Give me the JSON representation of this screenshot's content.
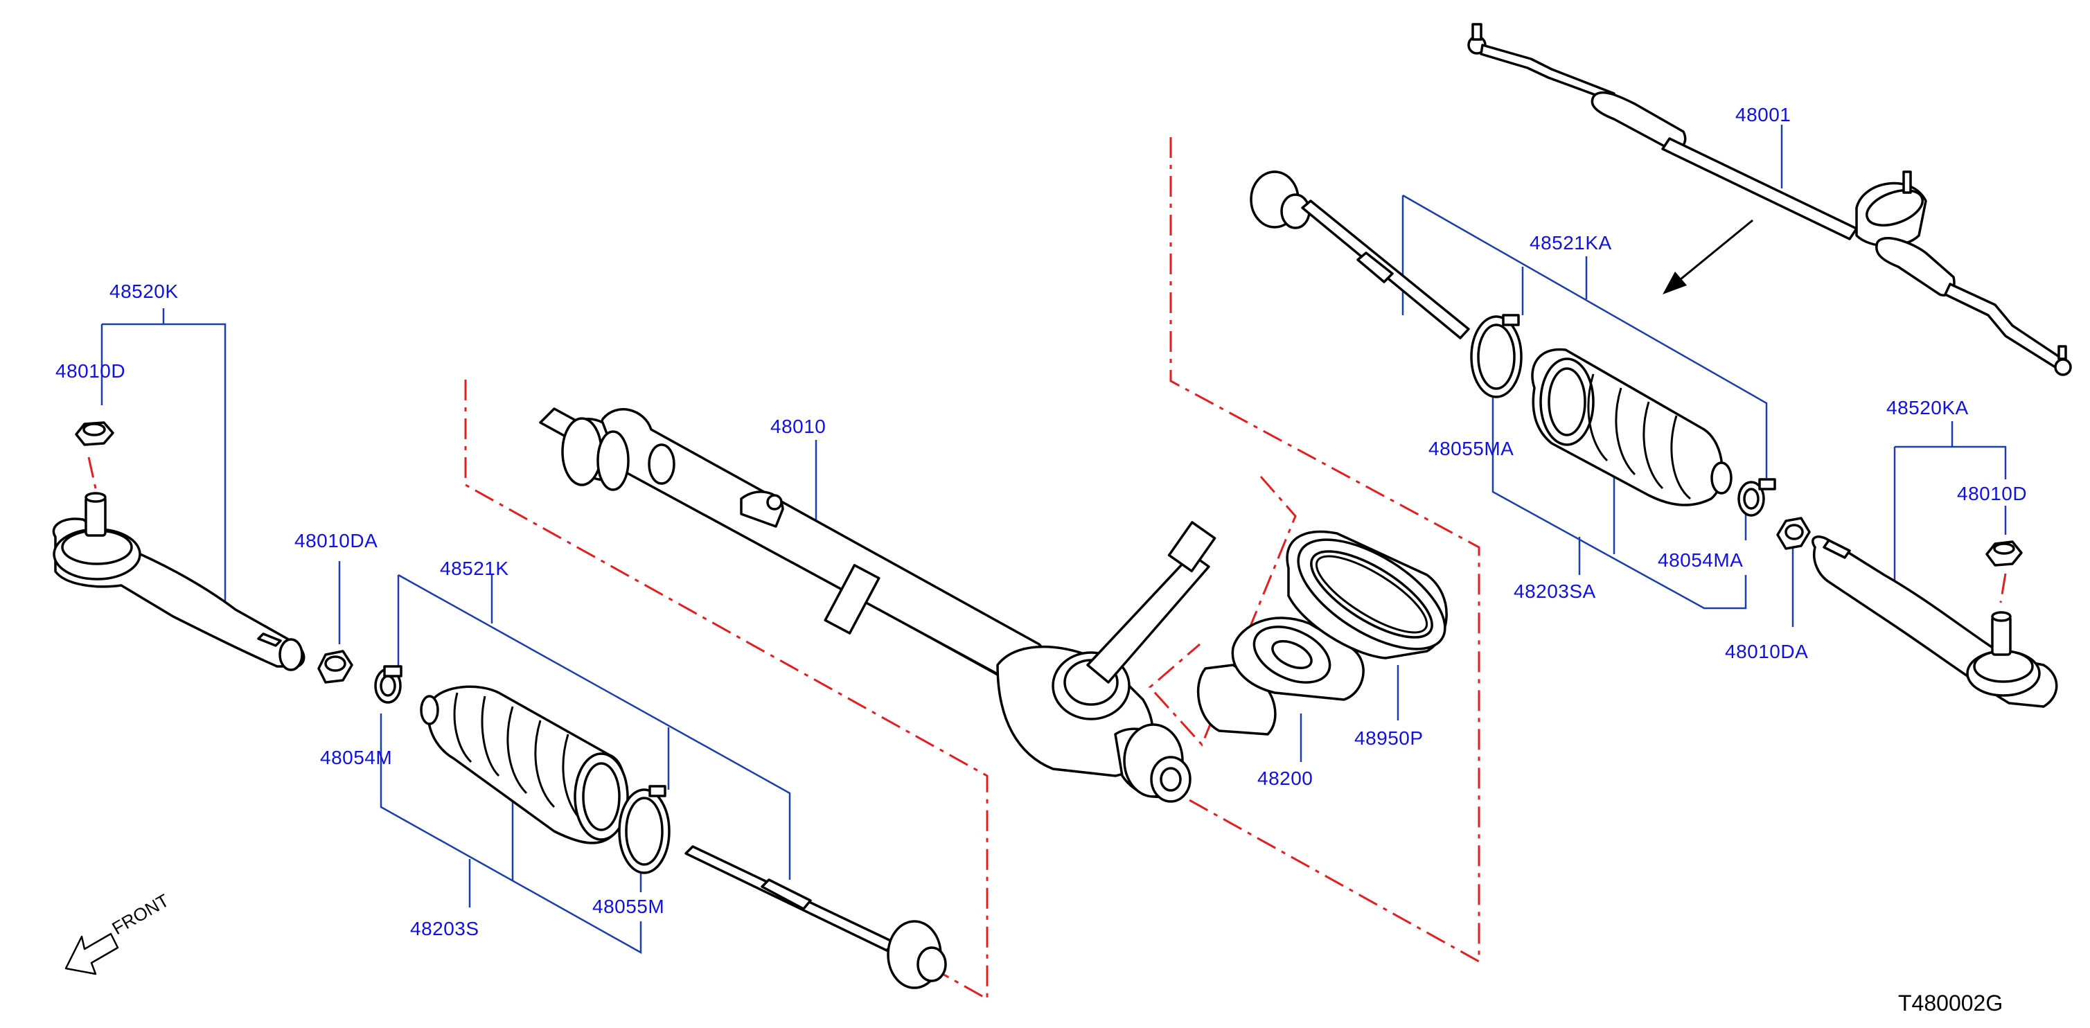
{
  "parts": [
    {
      "id": "p1",
      "text": "48520K"
    },
    {
      "id": "p2",
      "text": "48010D"
    },
    {
      "id": "p3",
      "text": "48010DA"
    },
    {
      "id": "p4",
      "text": "48521K"
    },
    {
      "id": "p5",
      "text": "48054M"
    },
    {
      "id": "p6",
      "text": "48203S"
    },
    {
      "id": "p7",
      "text": "48055M"
    },
    {
      "id": "p8",
      "text": "48010"
    },
    {
      "id": "p9",
      "text": "48001"
    },
    {
      "id": "p10",
      "text": "48521KA"
    },
    {
      "id": "p11",
      "text": "48055MA"
    },
    {
      "id": "p12",
      "text": "48203SA"
    },
    {
      "id": "p13",
      "text": "48054MA"
    },
    {
      "id": "p14",
      "text": "48520KA"
    },
    {
      "id": "p15",
      "text": "48010D"
    },
    {
      "id": "p16",
      "text": "48010DA"
    },
    {
      "id": "p17",
      "text": "48200"
    },
    {
      "id": "p18",
      "text": "48950P"
    }
  ],
  "front_label": "FRONT",
  "diagram_ref": "T480002G",
  "colors": {
    "label": "#1010e0",
    "leader": "#1a3fa8",
    "phantom": "#e02020",
    "drawing": "#000000"
  }
}
